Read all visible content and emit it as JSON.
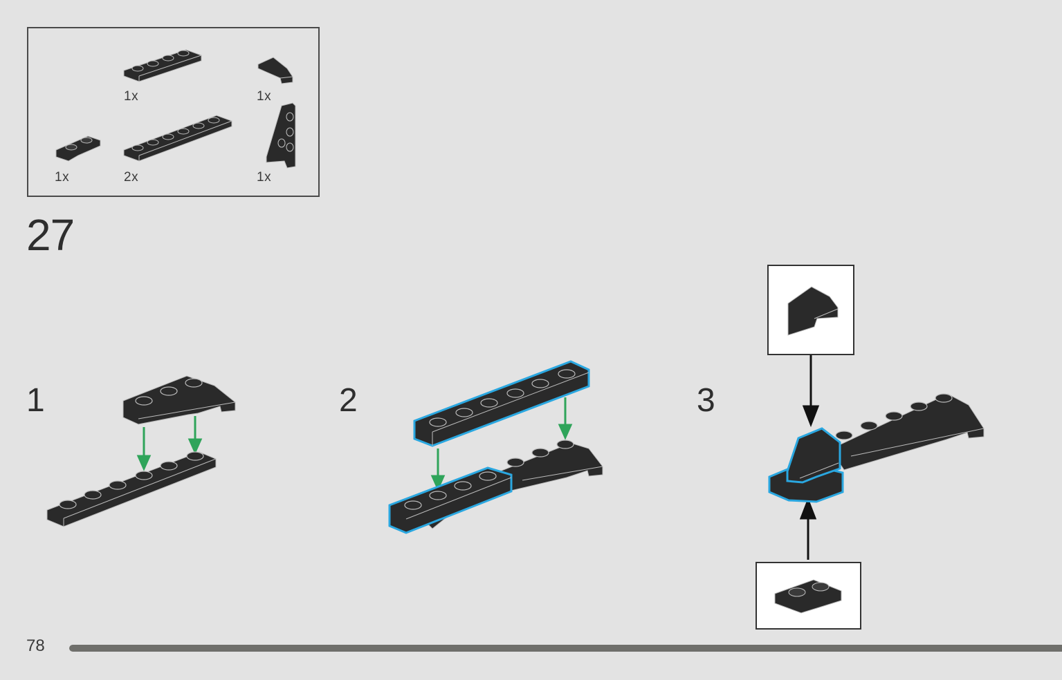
{
  "parts_list": {
    "items": [
      {
        "name": "plate-1x4",
        "quantity": "1x"
      },
      {
        "name": "wedge-slope",
        "quantity": "1x"
      },
      {
        "name": "inverted-plate-1x2",
        "quantity": "1x"
      },
      {
        "name": "plate-1x6",
        "quantity": "2x"
      },
      {
        "name": "wedge-plate",
        "quantity": "1x"
      }
    ]
  },
  "step": {
    "number": "27",
    "sub_steps": [
      {
        "label": "1"
      },
      {
        "label": "2"
      },
      {
        "label": "3"
      }
    ]
  },
  "page": {
    "number": "78",
    "progress": 1.0
  },
  "colors": {
    "brick": "#2a2a2a",
    "highlight": "#2aa7e0",
    "arrow_attach": "#2fa45a",
    "arrow_callout": "#111111",
    "background": "#e3e3e3"
  }
}
